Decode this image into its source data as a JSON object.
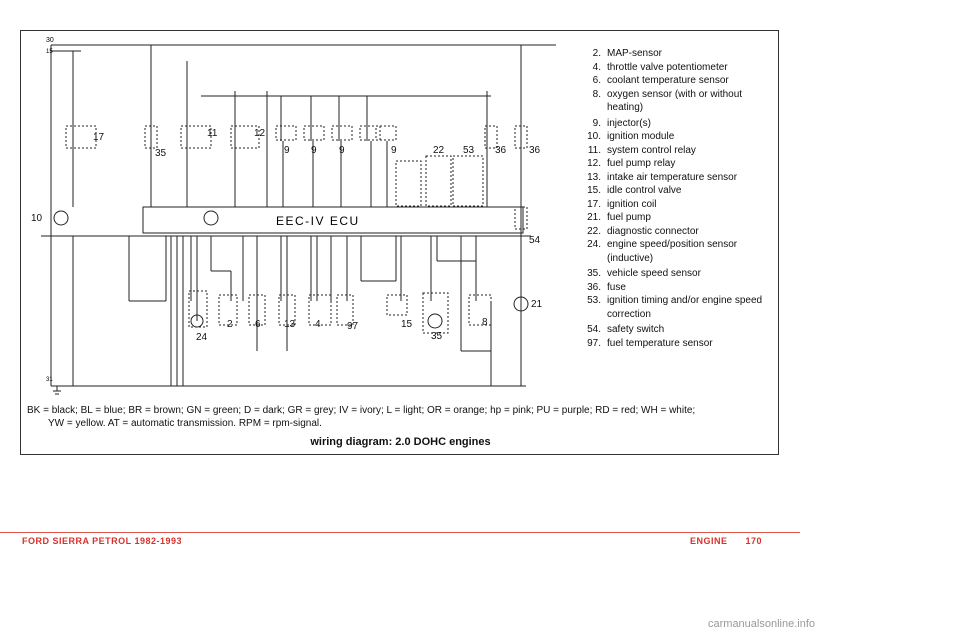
{
  "diagram": {
    "caption": "wiring diagram: 2.0 DOHC engines",
    "ecu_label": "EEC-IV ECU",
    "component_labels": {
      "c17": "17",
      "c11": "11",
      "c12": "12",
      "c35a": "35",
      "c9a": "9",
      "c9b": "9",
      "c9c": "9",
      "c9d": "9",
      "c22": "22",
      "c53": "53",
      "c36a": "36",
      "c36b": "36",
      "c54": "54",
      "c21": "21",
      "c24": "24",
      "c2": "2",
      "c6": "6",
      "c13": "13",
      "c4": "4",
      "c97": "97",
      "c15": "15",
      "c35b": "35",
      "c8": "8",
      "c10": "10"
    },
    "rail_labels": {
      "top": "30",
      "top2": "15",
      "bottom": "31"
    }
  },
  "legend": [
    {
      "num": "2.",
      "text": "MAP-sensor"
    },
    {
      "num": "4.",
      "text": "throttle valve potentiometer"
    },
    {
      "num": "6.",
      "text": "coolant temperature sensor"
    },
    {
      "num": "8.",
      "text": "oxygen sensor (with or without heating)"
    },
    {
      "num": "9.",
      "text": "injector(s)"
    },
    {
      "num": "10.",
      "text": "ignition module"
    },
    {
      "num": "11.",
      "text": "system control relay"
    },
    {
      "num": "12.",
      "text": "fuel pump relay"
    },
    {
      "num": "13.",
      "text": "intake air temperature sensor"
    },
    {
      "num": "15.",
      "text": "idle control valve"
    },
    {
      "num": "17.",
      "text": "ignition coil"
    },
    {
      "num": "21.",
      "text": "fuel pump"
    },
    {
      "num": "22.",
      "text": "diagnostic connector"
    },
    {
      "num": "24.",
      "text": "engine speed/position sensor (inductive)"
    },
    {
      "num": "35.",
      "text": "vehicle speed sensor"
    },
    {
      "num": "36.",
      "text": "fuse"
    },
    {
      "num": "53.",
      "text": "ignition timing and/or engine speed correction"
    },
    {
      "num": "54.",
      "text": "safety switch"
    },
    {
      "num": "97.",
      "text": "fuel temperature sensor"
    }
  ],
  "key": {
    "line1": "BK = black; BL = blue; BR = brown; GN = green; D = dark; GR = grey; IV = ivory; L = light; OR = orange; hp = pink; PU = purple; RD = red; WH = white;",
    "line2": "YW = yellow. AT = automatic transmission. RPM = rpm-signal."
  },
  "footer": {
    "title": "FORD SIERRA PETROL 1982-1993",
    "section": "ENGINE",
    "page": "170"
  },
  "watermark": "carmanualsonline.info"
}
